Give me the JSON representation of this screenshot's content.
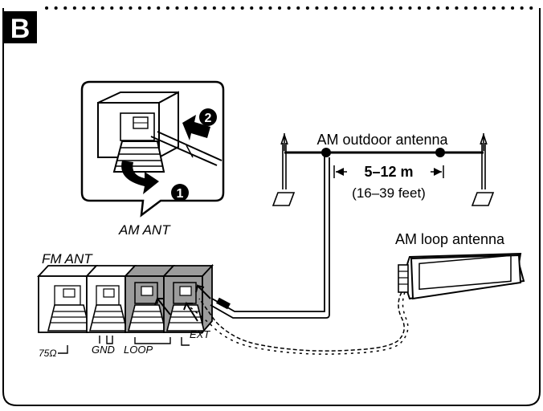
{
  "section": {
    "letter": "B"
  },
  "callout": {
    "step1": "1",
    "step2": "2"
  },
  "terminals": {
    "fm_ant": "FM ANT",
    "am_ant": "AM ANT",
    "ohm_75": "75Ω",
    "gnd": "GND",
    "loop": "LOOP",
    "ext": "EXT"
  },
  "outdoor": {
    "title": "AM outdoor antenna",
    "length_m": "5–12 m",
    "length_ft": "(16–39 feet)"
  },
  "loop": {
    "title": "AM loop antenna"
  },
  "colors": {
    "frame": "#000000",
    "terminal_gray": "#9c9c9c",
    "background": "#ffffff"
  }
}
